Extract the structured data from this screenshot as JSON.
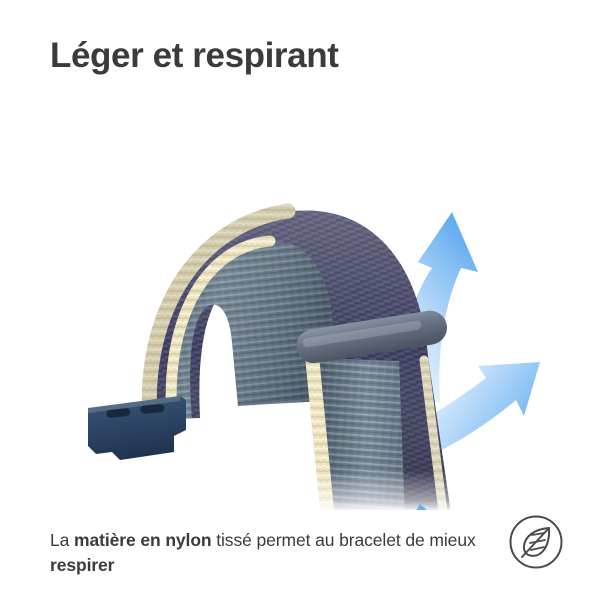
{
  "page": {
    "background_color": "#ffffff",
    "text_color": "#3b3b3b"
  },
  "header": {
    "title": "Léger et respirant"
  },
  "caption": {
    "line1_part1": "La ",
    "line1_bold": "matière en nylon",
    "line1_part2": " tissé permet au bracelet de",
    "line2_part1": "mieux ",
    "line2_bold": "respirer"
  },
  "badge": {
    "icon_name": "leaf-icon",
    "stroke_color": "#4a4a4a"
  },
  "hero": {
    "alt": "Bracelet de montre en nylon tissé bleu marine et gris avec bordure crème",
    "product": {
      "outer_band_color": "#3b3c5e",
      "inner_band_color": "#5a6e80",
      "edge_piping_color": "#ece3c0",
      "clasp_color": "#2e4666",
      "keeper_color": "#6b7688"
    },
    "airflow_arrows": [
      {
        "name": "airflow-arrow-up",
        "direction": "up",
        "color": "#6db3f2"
      },
      {
        "name": "airflow-arrow-right",
        "direction": "right",
        "color": "#6db3f2"
      },
      {
        "name": "airflow-arrow-down",
        "direction": "down-right",
        "color": "#6db3f2"
      }
    ]
  }
}
